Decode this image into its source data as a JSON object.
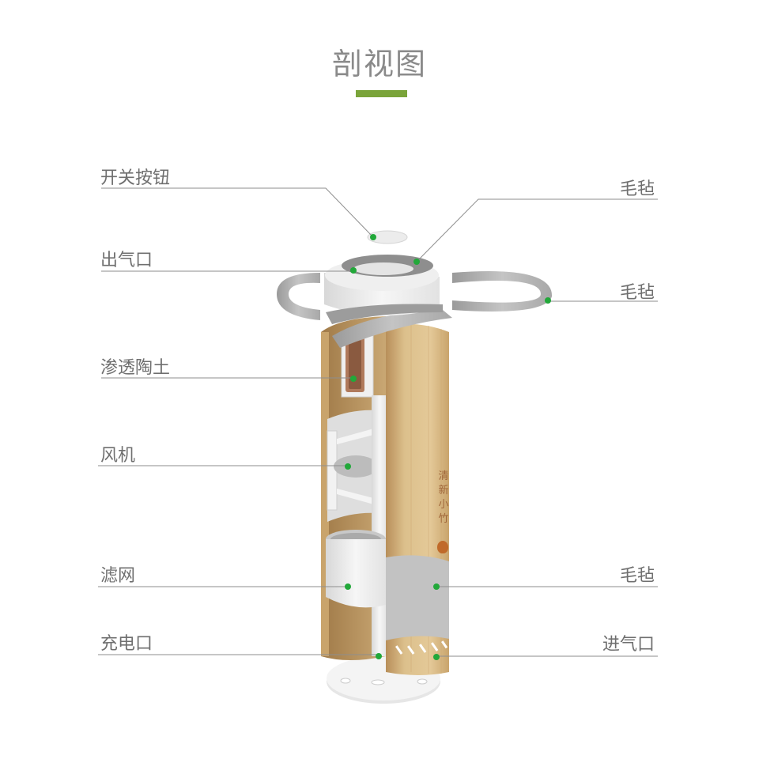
{
  "title": "剖视图",
  "accent_color": "#7aa43a",
  "marker_color": "#22a83a",
  "product_brand_text": "清新小竹",
  "callouts": {
    "left": [
      {
        "label": "开关按钮",
        "part": "switch-button"
      },
      {
        "label": "出气口",
        "part": "air-outlet"
      },
      {
        "label": "渗透陶土",
        "part": "permeable-clay"
      },
      {
        "label": "风机",
        "part": "fan"
      },
      {
        "label": "滤网",
        "part": "filter"
      },
      {
        "label": "充电口",
        "part": "charging-port"
      }
    ],
    "right": [
      {
        "label": "毛毡",
        "part": "top-felt"
      },
      {
        "label": "毛毡",
        "part": "felt-ring"
      },
      {
        "label": "毛毡",
        "part": "body-felt"
      },
      {
        "label": "进气口",
        "part": "air-inlet"
      }
    ]
  }
}
